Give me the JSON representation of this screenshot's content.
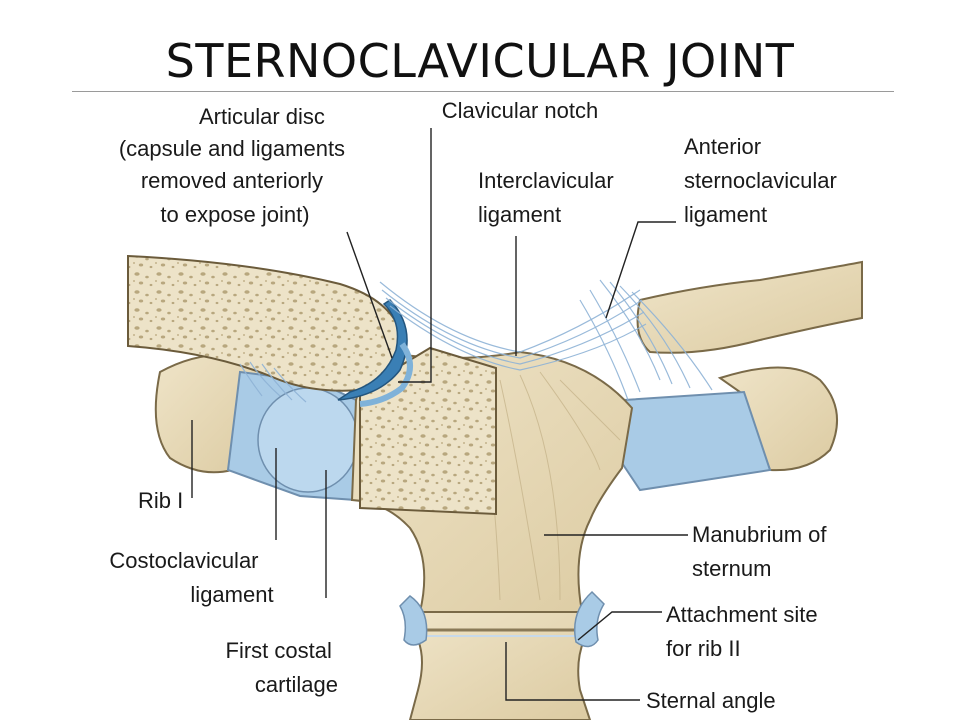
{
  "title": "STERNOCLAVICULAR JOINT",
  "colors": {
    "bone": "#e8dcc0",
    "bone_dark": "#b9a47a",
    "pore": "#b8a77e",
    "cartilage": "#a9cbe6",
    "ligament": "#9ab9d6",
    "disc": "#3a7fb5"
  },
  "labels": {
    "articular_disc": [
      "Articular disc",
      "(capsule and ligaments",
      "removed anteriorly",
      "to  expose joint)"
    ],
    "clavicular_notch": [
      "Clavicular notch"
    ],
    "interclavicular": [
      "Interclavicular",
      "ligament"
    ],
    "anterior_sc": [
      "Anterior",
      "sternoclavicular",
      "ligament"
    ],
    "rib1": [
      "Rib I"
    ],
    "costoclavicular": [
      "Costoclavicular",
      "ligament"
    ],
    "first_costal": [
      "First costal",
      "cartilage"
    ],
    "manubrium": [
      "Manubrium of",
      "sternum"
    ],
    "attachment": [
      "Attachment site",
      "for rib II"
    ],
    "sternal_angle": [
      "Sternal angle"
    ]
  }
}
